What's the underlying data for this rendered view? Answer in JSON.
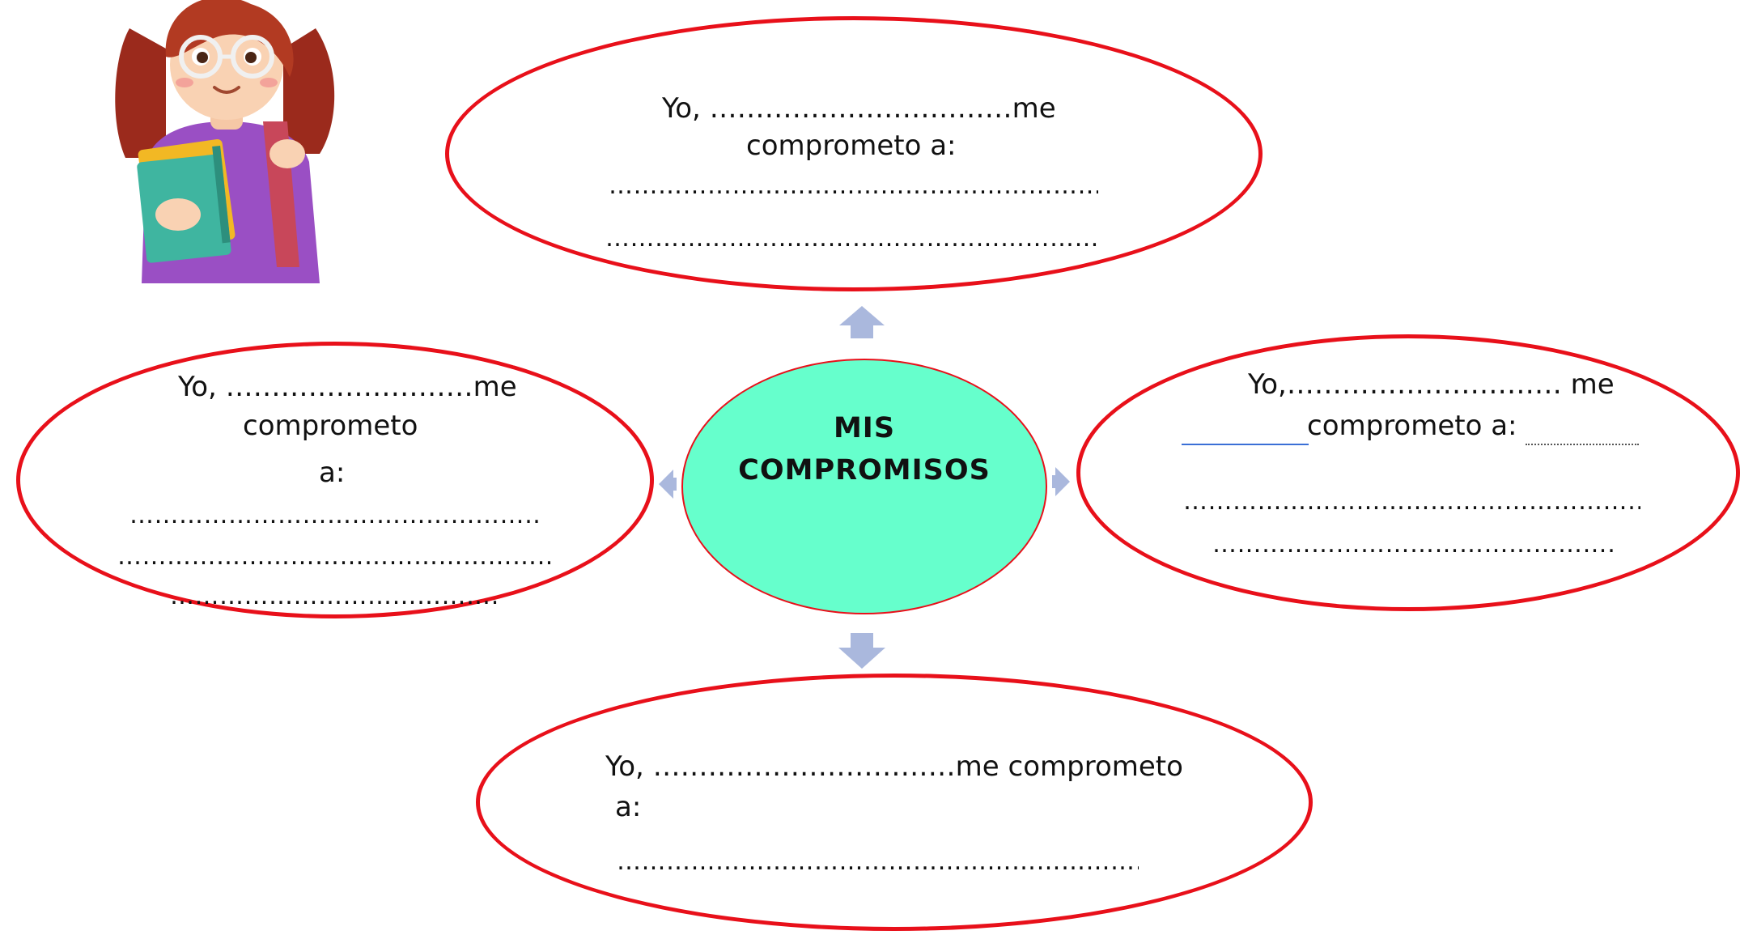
{
  "colors": {
    "bubble_border": "#e8101a",
    "center_fill": "#66ffcc",
    "arrow_fill": "#aab8dd",
    "text": "#111111",
    "blank_line": "#3a6fd6"
  },
  "center": {
    "title_line1": "MIS",
    "title_line2": "COMPROMISOS"
  },
  "illustration": {
    "icon": "student-girl-with-books-icon"
  },
  "top_bubble": {
    "line1": "Yo, ……………………………me",
    "line2": "comprometo a:",
    "line3": "………………………………………………………",
    "line4": "………………………………………………………"
  },
  "left_bubble": {
    "line1": "Yo, ………………………me",
    "line2": "comprometo",
    "line3": "a:",
    "line4": "…………………………………………………",
    "line5": "……………………………………………………",
    "line6": "……………………………………"
  },
  "right_bubble": {
    "line1": "Yo,………………………… me",
    "line2": "comprometo a:",
    "line3": "…………………………………………………………",
    "line4": "…………………………………………………"
  },
  "bottom_bubble": {
    "line1": "Yo, ……………………………me comprometo",
    "line2": "a:",
    "line3": "…………………………………………………………"
  }
}
